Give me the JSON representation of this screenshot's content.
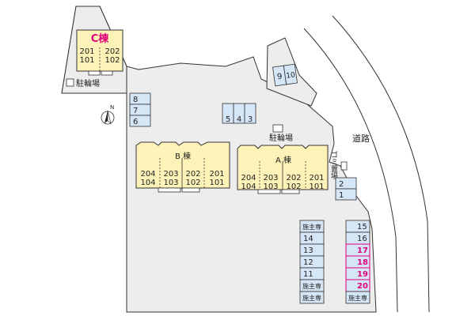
{
  "buildings": {
    "c": {
      "name": "C棟",
      "units": [
        {
          "top": "201",
          "bottom": "101"
        },
        {
          "top": "202",
          "bottom": "102"
        }
      ]
    },
    "b": {
      "name": "B 棟",
      "units": [
        {
          "top": "204",
          "bottom": "104"
        },
        {
          "top": "203",
          "bottom": "103"
        },
        {
          "top": "202",
          "bottom": "102"
        },
        {
          "top": "201",
          "bottom": "101"
        }
      ]
    },
    "a": {
      "name": "A 棟",
      "units": [
        {
          "top": "204",
          "bottom": "104"
        },
        {
          "top": "203",
          "bottom": "103"
        },
        {
          "top": "202",
          "bottom": "102"
        },
        {
          "top": "201",
          "bottom": "101"
        }
      ]
    }
  },
  "labels": {
    "bike_parking_left": "駐輪場",
    "bike_parking_center": "駐輪場",
    "road": "道路",
    "garbage": "ゴミ置場",
    "north": "N"
  },
  "parking": {
    "top_right": [
      "9",
      "10"
    ],
    "left_column": [
      "8",
      "7",
      "6"
    ],
    "center_row": [
      "5",
      "4",
      "3"
    ],
    "right_pair": [
      "2",
      "1"
    ],
    "bottom_left": [
      "施主専",
      "14",
      "13",
      "12",
      "11",
      "施主専",
      "施主専"
    ],
    "bottom_right": [
      {
        "label": "15",
        "highlight": false
      },
      {
        "label": "16",
        "highlight": false
      },
      {
        "label": "17",
        "highlight": true
      },
      {
        "label": "18",
        "highlight": true
      },
      {
        "label": "19",
        "highlight": true
      },
      {
        "label": "20",
        "highlight": true
      },
      {
        "label": "施主専",
        "highlight": false
      }
    ]
  },
  "colors": {
    "building": "#fdf3b8",
    "parking": "#d5e6f7",
    "site": "#ededed",
    "highlight": "#e0007a"
  }
}
